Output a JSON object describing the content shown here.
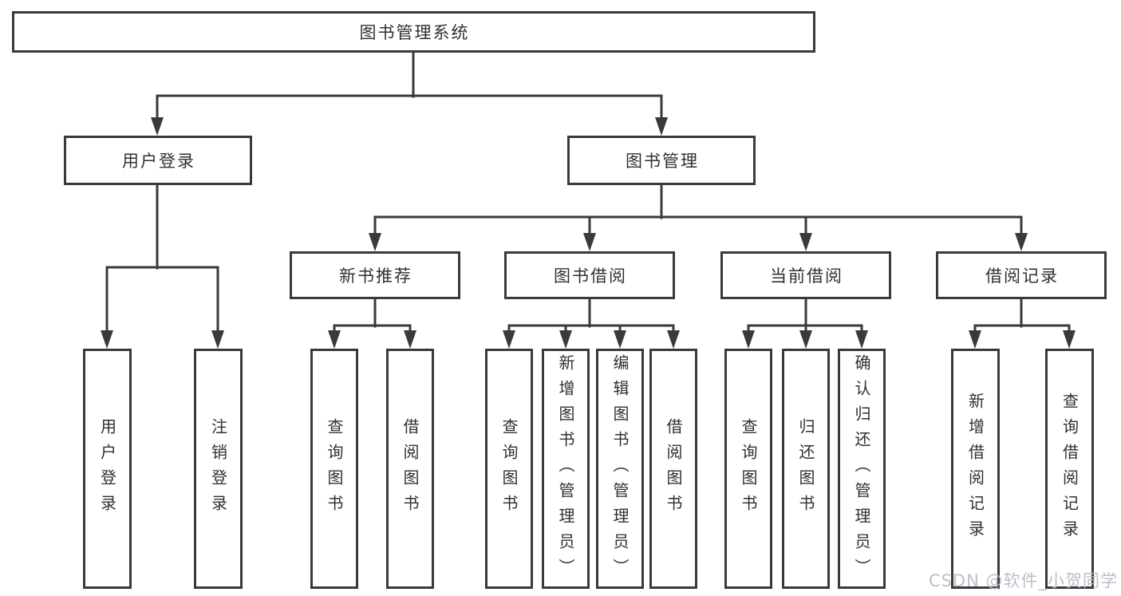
{
  "tree": {
    "label": "图书管理系统",
    "children": [
      {
        "label": "用户登录",
        "children": [
          {
            "label": "用户登录"
          },
          {
            "label": "注销登录"
          }
        ]
      },
      {
        "label": "图书管理",
        "children": [
          {
            "label": "新书推荐",
            "children": [
              {
                "label": "查询图书"
              },
              {
                "label": "借阅图书"
              }
            ]
          },
          {
            "label": "图书借阅",
            "children": [
              {
                "label": "查询图书"
              },
              {
                "label": "新增图书（管理员）"
              },
              {
                "label": "编辑图书（管理员）"
              },
              {
                "label": "借阅图书"
              }
            ]
          },
          {
            "label": "当前借阅",
            "children": [
              {
                "label": "查询图书"
              },
              {
                "label": "归还图书"
              },
              {
                "label": "确认归还（管理员）"
              }
            ]
          },
          {
            "label": "借阅记录",
            "children": [
              {
                "label": "新增借阅记录"
              },
              {
                "label": "查询借阅记录"
              }
            ]
          }
        ]
      }
    ]
  },
  "watermark": {
    "text": "CSDN @软件_小贺同学"
  },
  "colors": {
    "line": "#3a3a3a",
    "text": "#303030",
    "background": "#ffffff",
    "watermark": "#b6bcc5"
  }
}
